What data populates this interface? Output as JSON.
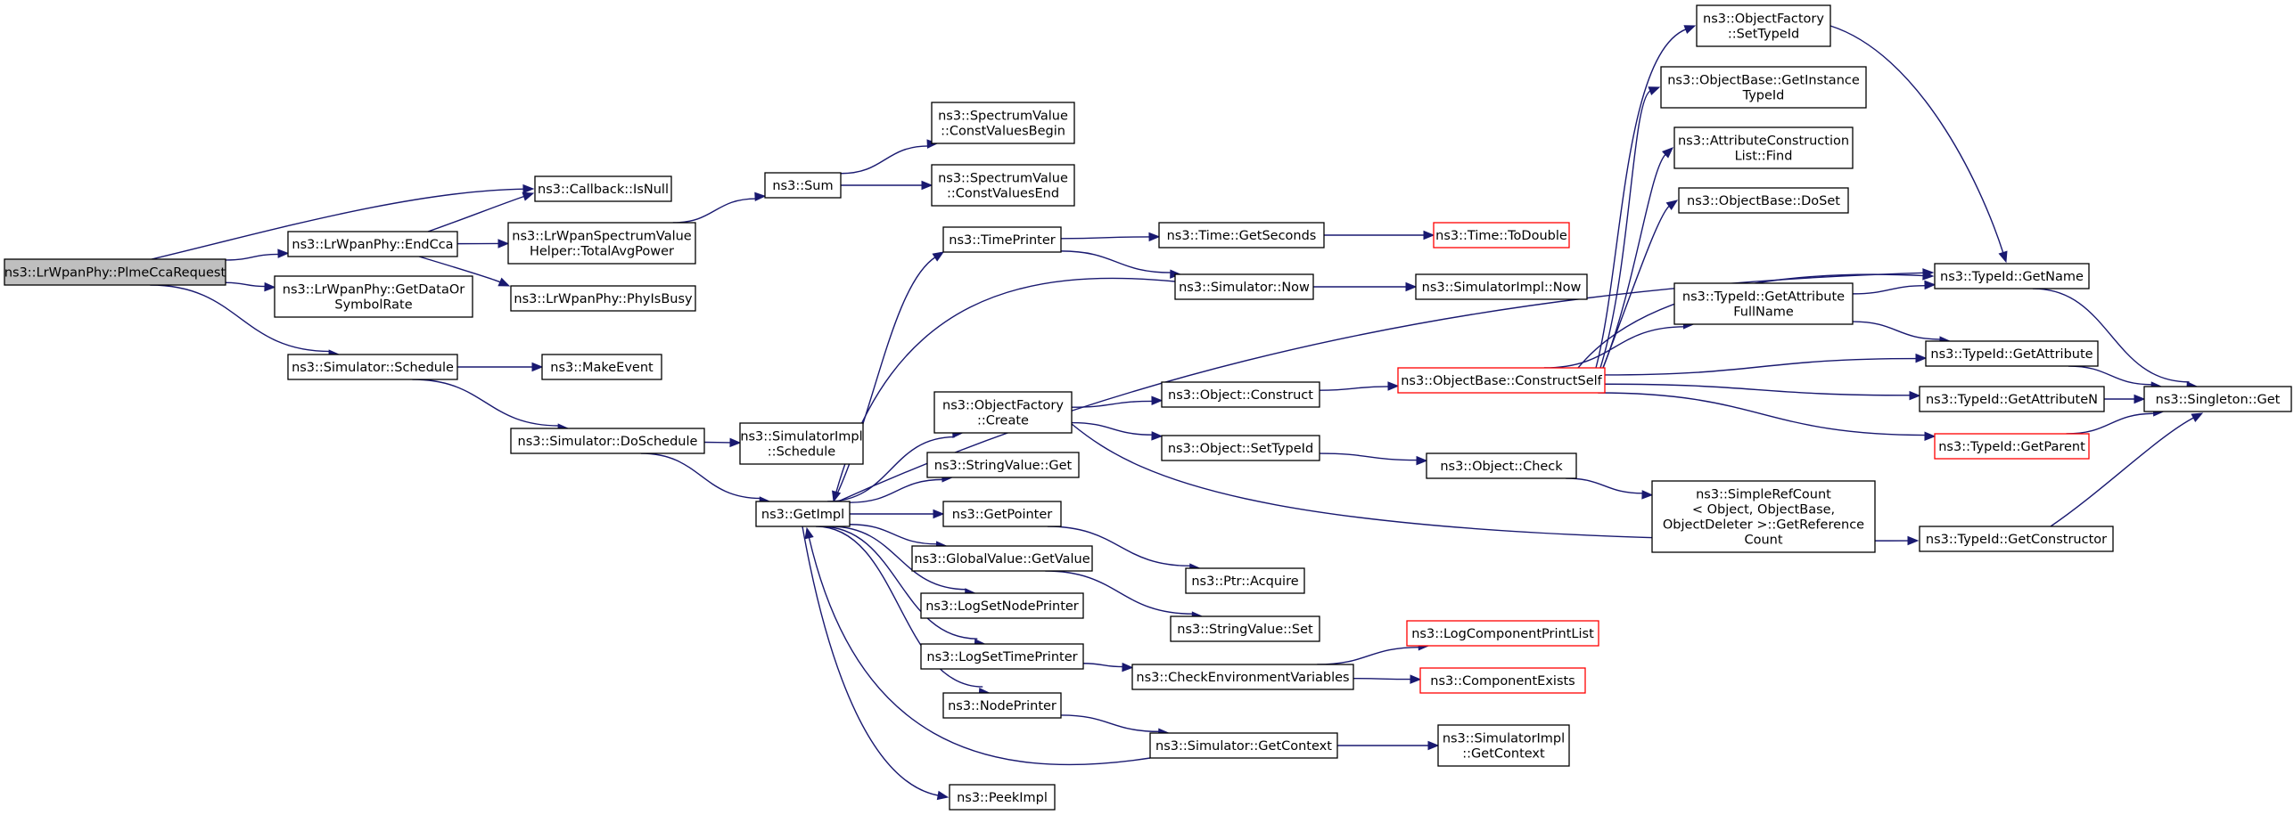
{
  "graph": {
    "title": "",
    "colors": {
      "edge": "#191970",
      "root_fill": "#bfbfbf",
      "node_fill": "#ffffff",
      "node_border": "#000000",
      "highlight_border": "#ff0000"
    },
    "nodes": [
      {
        "id": "plme",
        "lines": [
          "ns3::LrWpanPhy::PlmeCcaRequest"
        ],
        "root": true
      },
      {
        "id": "isnull",
        "lines": [
          "ns3::Callback::IsNull"
        ]
      },
      {
        "id": "endcca",
        "lines": [
          "ns3::LrWpanPhy::EndCca"
        ]
      },
      {
        "id": "getdata",
        "lines": [
          "ns3::LrWpanPhy::GetDataOr",
          "SymbolRate"
        ]
      },
      {
        "id": "schedule",
        "lines": [
          "ns3::Simulator::Schedule"
        ]
      },
      {
        "id": "totalavg",
        "lines": [
          "ns3::LrWpanSpectrumValue",
          "Helper::TotalAvgPower"
        ]
      },
      {
        "id": "phyisbusy",
        "lines": [
          "ns3::LrWpanPhy::PhyIsBusy"
        ]
      },
      {
        "id": "makeevent",
        "lines": [
          "ns3::MakeEvent"
        ]
      },
      {
        "id": "doschedule",
        "lines": [
          "ns3::Simulator::DoSchedule"
        ]
      },
      {
        "id": "sum",
        "lines": [
          "ns3::Sum"
        ]
      },
      {
        "id": "simimplsched",
        "lines": [
          "ns3::SimulatorImpl",
          "::Schedule"
        ]
      },
      {
        "id": "getimpl",
        "lines": [
          "ns3::GetImpl"
        ]
      },
      {
        "id": "cvbegin",
        "lines": [
          "ns3::SpectrumValue",
          "::ConstValuesBegin"
        ]
      },
      {
        "id": "cvend",
        "lines": [
          "ns3::SpectrumValue",
          "::ConstValuesEnd"
        ]
      },
      {
        "id": "timeprinter",
        "lines": [
          "ns3::TimePrinter"
        ]
      },
      {
        "id": "ofcreate",
        "lines": [
          "ns3::ObjectFactory",
          "::Create"
        ]
      },
      {
        "id": "stringget",
        "lines": [
          "ns3::StringValue::Get"
        ]
      },
      {
        "id": "getpointer",
        "lines": [
          "ns3::GetPointer"
        ]
      },
      {
        "id": "gvgetvalue",
        "lines": [
          "ns3::GlobalValue::GetValue"
        ]
      },
      {
        "id": "logsetnode",
        "lines": [
          "ns3::LogSetNodePrinter"
        ]
      },
      {
        "id": "logsettime",
        "lines": [
          "ns3::LogSetTimePrinter"
        ]
      },
      {
        "id": "nodeprinter",
        "lines": [
          "ns3::NodePrinter"
        ]
      },
      {
        "id": "peekimpl",
        "lines": [
          "ns3::PeekImpl"
        ]
      },
      {
        "id": "getseconds",
        "lines": [
          "ns3::Time::GetSeconds"
        ]
      },
      {
        "id": "simnow",
        "lines": [
          "ns3::Simulator::Now"
        ]
      },
      {
        "id": "objconstruct",
        "lines": [
          "ns3::Object::Construct"
        ]
      },
      {
        "id": "objsettypeid",
        "lines": [
          "ns3::Object::SetTypeId"
        ]
      },
      {
        "id": "ptracquire",
        "lines": [
          "ns3::Ptr::Acquire"
        ]
      },
      {
        "id": "stringset",
        "lines": [
          "ns3::StringValue::Set"
        ]
      },
      {
        "id": "checkenv",
        "lines": [
          "ns3::CheckEnvironmentVariables"
        ]
      },
      {
        "id": "simgetctx",
        "lines": [
          "ns3::Simulator::GetContext"
        ]
      },
      {
        "id": "todouble",
        "lines": [
          "ns3::Time::ToDouble"
        ],
        "red": true
      },
      {
        "id": "simimplnow",
        "lines": [
          "ns3::SimulatorImpl::Now"
        ]
      },
      {
        "id": "obconstructself",
        "lines": [
          "ns3::ObjectBase::ConstructSelf"
        ],
        "red": true
      },
      {
        "id": "objcheck",
        "lines": [
          "ns3::Object::Check"
        ]
      },
      {
        "id": "logcompprint",
        "lines": [
          "ns3::LogComponentPrintList"
        ],
        "red": true
      },
      {
        "id": "compexists",
        "lines": [
          "ns3::ComponentExists"
        ],
        "red": true
      },
      {
        "id": "simimplgetctx",
        "lines": [
          "ns3::SimulatorImpl",
          "::GetContext"
        ]
      },
      {
        "id": "ofsettypeid",
        "lines": [
          "ns3::ObjectFactory",
          "::SetTypeId"
        ]
      },
      {
        "id": "obgetinst",
        "lines": [
          "ns3::ObjectBase::GetInstance",
          "TypeId"
        ]
      },
      {
        "id": "acfind",
        "lines": [
          "ns3::AttributeConstruction",
          "List::Find"
        ]
      },
      {
        "id": "obdoset",
        "lines": [
          "ns3::ObjectBase::DoSet"
        ]
      },
      {
        "id": "tidgetattrfull",
        "lines": [
          "ns3::TypeId::GetAttribute",
          "FullName"
        ]
      },
      {
        "id": "simplerefcount",
        "lines": [
          "ns3::SimpleRefCount",
          "< Object, ObjectBase,",
          "ObjectDeleter >::GetReference",
          "Count"
        ]
      },
      {
        "id": "tidgetname",
        "lines": [
          "ns3::TypeId::GetName"
        ]
      },
      {
        "id": "tidgetattr",
        "lines": [
          "ns3::TypeId::GetAttribute"
        ]
      },
      {
        "id": "tidgetattrn",
        "lines": [
          "ns3::TypeId::GetAttributeN"
        ]
      },
      {
        "id": "tidgetparent",
        "lines": [
          "ns3::TypeId::GetParent"
        ],
        "red": true
      },
      {
        "id": "tidgetctor",
        "lines": [
          "ns3::TypeId::GetConstructor"
        ]
      },
      {
        "id": "singleton",
        "lines": [
          "ns3::Singleton::Get"
        ]
      }
    ],
    "edges": [
      [
        "plme",
        "isnull"
      ],
      [
        "plme",
        "endcca"
      ],
      [
        "plme",
        "getdata"
      ],
      [
        "plme",
        "schedule"
      ],
      [
        "endcca",
        "isnull"
      ],
      [
        "endcca",
        "totalavg"
      ],
      [
        "endcca",
        "phyisbusy"
      ],
      [
        "totalavg",
        "sum"
      ],
      [
        "sum",
        "cvbegin"
      ],
      [
        "sum",
        "cvend"
      ],
      [
        "schedule",
        "makeevent"
      ],
      [
        "schedule",
        "doschedule"
      ],
      [
        "doschedule",
        "simimplsched"
      ],
      [
        "doschedule",
        "getimpl"
      ],
      [
        "getimpl",
        "timeprinter"
      ],
      [
        "getimpl",
        "ofcreate"
      ],
      [
        "getimpl",
        "stringget"
      ],
      [
        "getimpl",
        "getpointer"
      ],
      [
        "getimpl",
        "gvgetvalue"
      ],
      [
        "getimpl",
        "logsetnode"
      ],
      [
        "getimpl",
        "logsettime"
      ],
      [
        "getimpl",
        "nodeprinter"
      ],
      [
        "getimpl",
        "peekimpl"
      ],
      [
        "getimpl",
        "tidgetname"
      ],
      [
        "timeprinter",
        "getseconds"
      ],
      [
        "timeprinter",
        "simnow"
      ],
      [
        "getseconds",
        "todouble"
      ],
      [
        "simnow",
        "getimpl"
      ],
      [
        "simnow",
        "simimplnow"
      ],
      [
        "ofcreate",
        "objconstruct"
      ],
      [
        "ofcreate",
        "objsettypeid"
      ],
      [
        "ofcreate",
        "tidgetctor"
      ],
      [
        "objconstruct",
        "obconstructself"
      ],
      [
        "objsettypeid",
        "objcheck"
      ],
      [
        "objcheck",
        "simplerefcount"
      ],
      [
        "getpointer",
        "ptracquire"
      ],
      [
        "gvgetvalue",
        "stringset"
      ],
      [
        "logsettime",
        "checkenv"
      ],
      [
        "checkenv",
        "logcompprint"
      ],
      [
        "checkenv",
        "compexists"
      ],
      [
        "nodeprinter",
        "simgetctx"
      ],
      [
        "simgetctx",
        "getimpl"
      ],
      [
        "simgetctx",
        "simimplgetctx"
      ],
      [
        "obconstructself",
        "ofsettypeid"
      ],
      [
        "obconstructself",
        "obgetinst"
      ],
      [
        "obconstructself",
        "acfind"
      ],
      [
        "obconstructself",
        "obdoset"
      ],
      [
        "obconstructself",
        "tidgetattrfull"
      ],
      [
        "obconstructself",
        "tidgetattr"
      ],
      [
        "obconstructself",
        "tidgetattrn"
      ],
      [
        "obconstructself",
        "tidgetparent"
      ],
      [
        "obconstructself",
        "tidgetname"
      ],
      [
        "ofsettypeid",
        "tidgetname"
      ],
      [
        "tidgetattrfull",
        "tidgetname"
      ],
      [
        "tidgetattrfull",
        "tidgetattr"
      ],
      [
        "tidgetname",
        "singleton"
      ],
      [
        "tidgetattr",
        "singleton"
      ],
      [
        "tidgetattrn",
        "singleton"
      ],
      [
        "tidgetparent",
        "singleton"
      ],
      [
        "tidgetctor",
        "singleton"
      ]
    ]
  }
}
